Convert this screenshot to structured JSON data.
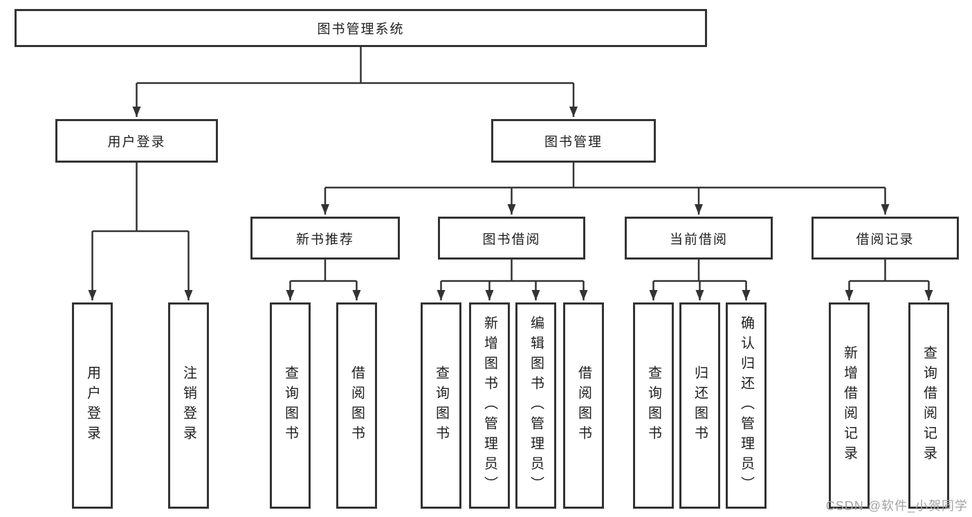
{
  "diagram_type": "hierarchy-flowchart",
  "colors": {
    "line": "#333333",
    "box_border": "#333333",
    "text": "#1f1f1f",
    "watermark_text": "#a3a3a3",
    "background": "#ffffff"
  },
  "tree": {
    "label": "图书管理系统",
    "children": [
      {
        "label": "用户登录",
        "children": [
          {
            "label": "用户登录"
          },
          {
            "label": "注销登录"
          }
        ]
      },
      {
        "label": "图书管理",
        "children": [
          {
            "label": "新书推荐",
            "children": [
              {
                "label": "查询图书"
              },
              {
                "label": "借阅图书"
              }
            ]
          },
          {
            "label": "图书借阅",
            "children": [
              {
                "label": "查询图书"
              },
              {
                "label": "新增图书（管理员）"
              },
              {
                "label": "编辑图书（管理员）"
              },
              {
                "label": "借阅图书"
              }
            ]
          },
          {
            "label": "当前借阅",
            "children": [
              {
                "label": "查询图书"
              },
              {
                "label": "归还图书"
              },
              {
                "label": "确认归还（管理员）"
              }
            ]
          },
          {
            "label": "借阅记录",
            "children": [
              {
                "label": "新增借阅记录"
              },
              {
                "label": "查询借阅记录"
              }
            ]
          }
        ]
      }
    ]
  },
  "watermark": {
    "text": "CSDN @软件_小贺同学"
  }
}
